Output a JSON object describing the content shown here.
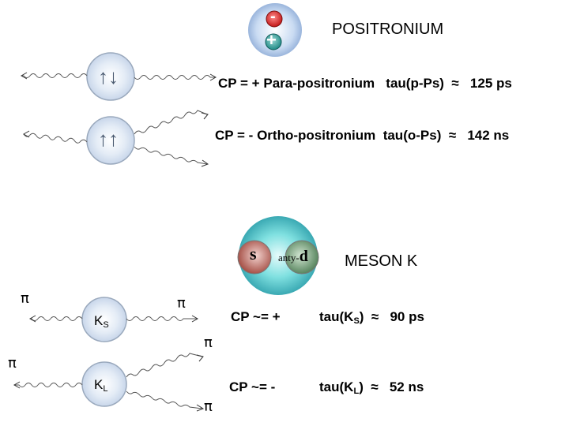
{
  "positronium": {
    "title": "POSITRONIUM",
    "minus_sign": "-",
    "plus_sign": "+",
    "para": {
      "cp": "CP = +",
      "name": "Para-positronium",
      "lifetime": "tau(p-Ps)",
      "approx": "≈",
      "value": "125 ps"
    },
    "ortho": {
      "cp": "CP = -",
      "name": "Ortho-positronium",
      "lifetime": "tau(o-Ps)",
      "approx": "≈",
      "value": "142 ns"
    },
    "para_spin": "↑↓",
    "ortho_spin": "↑↑"
  },
  "meson": {
    "title": "MESON K",
    "quark": "s",
    "antiquark_prefix": "anty-",
    "antiquark": "d",
    "pion": "π",
    "ks": {
      "label": "K",
      "sub": "S",
      "cp": "CP ~= +",
      "lifetime": "tau(K",
      "lifetime_sub": "S",
      "lifetime_close": ")",
      "approx": "≈",
      "value": "90 ps"
    },
    "kl": {
      "label": "K",
      "sub": "L",
      "cp": "CP ~= -",
      "lifetime": "tau(K",
      "lifetime_sub": "L",
      "lifetime_close": ")",
      "approx": "≈",
      "value": "52 ns"
    }
  }
}
